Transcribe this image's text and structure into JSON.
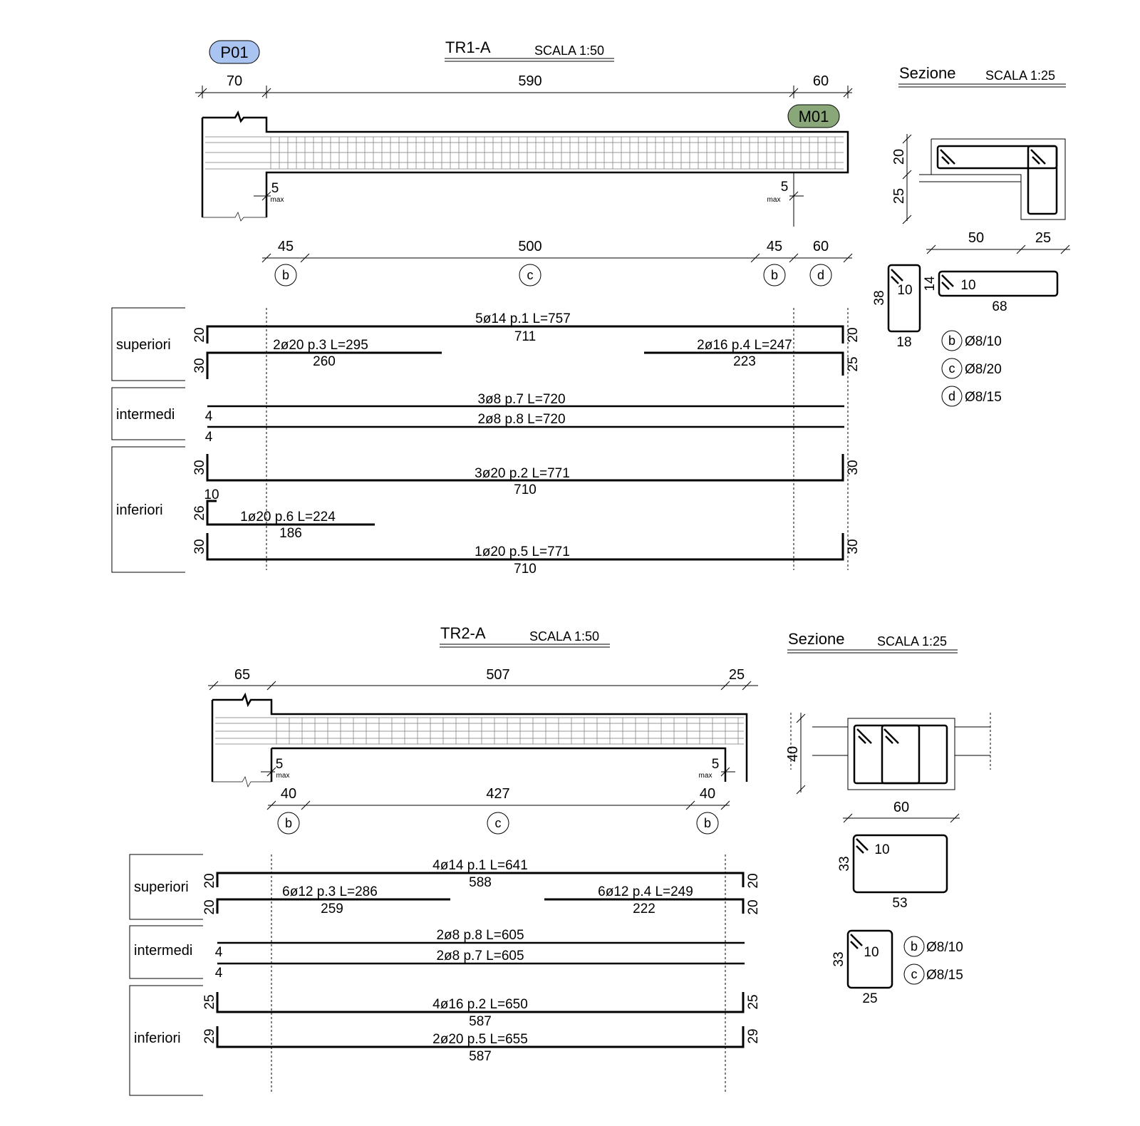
{
  "tr1": {
    "title": "TR1-A",
    "scale": "SCALA 1:50",
    "tag_pillar": "P01",
    "tag_wall": "M01",
    "pillar_color": "#a9c4f0",
    "wall_color": "#8aa77a",
    "dims_top": [
      "70",
      "590",
      "60"
    ],
    "dims_max_left": "5",
    "dims_max_right": "5",
    "max_label": "max",
    "dims_zones": [
      "45",
      "500",
      "45",
      "60"
    ],
    "zones": [
      "b",
      "c",
      "b",
      "d"
    ],
    "group_sup": "superiori",
    "group_int": "intermedi",
    "group_inf": "inferiori",
    "bar1_label": "5ø14 p.1 L=757",
    "bar1_len": "711",
    "bar1_hl": "20",
    "bar1_hr": "20",
    "bar3_label": "2ø20 p.3 L=295",
    "bar3_len": "260",
    "bar3_h": "30",
    "bar4_label": "2ø16 p.4 L=247",
    "bar4_len": "223",
    "bar4_h": "25",
    "bar7_label": "3ø8 p.7 L=720",
    "bar7_h": "4",
    "bar8_label": "2ø8 p.8 L=720",
    "bar8_h": "4",
    "bar2_label": "3ø20 p.2 L=771",
    "bar2_len": "710",
    "bar2_hl": "30",
    "bar2_hr": "30",
    "bar6_top": "10",
    "bar6_h": "26",
    "bar6_label": "1ø20 p.6 L=224",
    "bar6_len": "186",
    "bar5_label": "1ø20 p.5 L=771",
    "bar5_len": "710",
    "bar5_hl": "30",
    "bar5_hr": "30",
    "section": {
      "title": "Sezione",
      "scale": "SCALA 1:25",
      "dim_h1": "20",
      "dim_h2": "25",
      "dim_w1": "50",
      "dim_w2": "25",
      "stirrup1_h": "38",
      "stirrup1_hook": "10",
      "stirrup1_w": "18",
      "stirrup2_h": "14",
      "stirrup2_hook": "10",
      "stirrup2_w": "68",
      "legend": [
        {
          "zone": "b",
          "spec": "Ø8/10"
        },
        {
          "zone": "c",
          "spec": "Ø8/20"
        },
        {
          "zone": "d",
          "spec": "Ø8/15"
        }
      ]
    }
  },
  "tr2": {
    "title": "TR2-A",
    "scale": "SCALA 1:50",
    "dims_top": [
      "65",
      "507",
      "25"
    ],
    "dims_max_left": "5",
    "dims_max_right": "5",
    "max_label": "max",
    "dims_zones": [
      "40",
      "427",
      "40"
    ],
    "zones": [
      "b",
      "c",
      "b"
    ],
    "group_sup": "superiori",
    "group_int": "intermedi",
    "group_inf": "inferiori",
    "bar1_label": "4ø14 p.1 L=641",
    "bar1_len": "588",
    "bar1_hl": "20",
    "bar1_hr": "20",
    "bar3_label": "6ø12 p.3 L=286",
    "bar3_len": "259",
    "bar3_h": "20",
    "bar4_label": "6ø12 p.4 L=249",
    "bar4_len": "222",
    "bar4_h": "20",
    "bar8_label": "2ø8 p.8 L=605",
    "bar8_h": "4",
    "bar7_label": "2ø8 p.7 L=605",
    "bar7_h": "4",
    "bar2_label": "4ø16 p.2 L=650",
    "bar2_len": "587",
    "bar2_hl": "25",
    "bar2_hr": "25",
    "bar5_label": "2ø20 p.5 L=655",
    "bar5_len": "587",
    "bar5_hl": "29",
    "bar5_hr": "29",
    "section": {
      "title": "Sezione",
      "scale": "SCALA 1:25",
      "dim_h": "40",
      "dim_w": "60",
      "stirrup1_h": "33",
      "stirrup1_hook": "10",
      "stirrup1_w": "53",
      "stirrup2_h": "33",
      "stirrup2_hook": "10",
      "stirrup2_w": "25",
      "legend": [
        {
          "zone": "b",
          "spec": "Ø8/10"
        },
        {
          "zone": "c",
          "spec": "Ø8/15"
        }
      ]
    }
  }
}
